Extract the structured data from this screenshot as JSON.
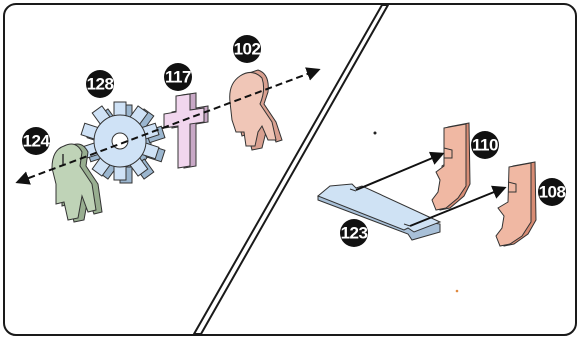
{
  "parts": {
    "p124": {
      "number": "124",
      "color": "#bfd3b7"
    },
    "p128": {
      "number": "128",
      "color": "#cfe2f6"
    },
    "p117": {
      "number": "117",
      "color": "#f1d6ee"
    },
    "p102": {
      "number": "102",
      "color": "#f0c6b7"
    },
    "p110": {
      "number": "110",
      "color": "#f0b8a3"
    },
    "p108": {
      "number": "108",
      "color": "#f0b8a3"
    },
    "p123": {
      "number": "123",
      "color": "#cfe2f4"
    }
  },
  "colors": {
    "outline": "#1a1a1a",
    "badge": "#111111",
    "badge_text": "#ffffff",
    "background": "#ffffff"
  }
}
